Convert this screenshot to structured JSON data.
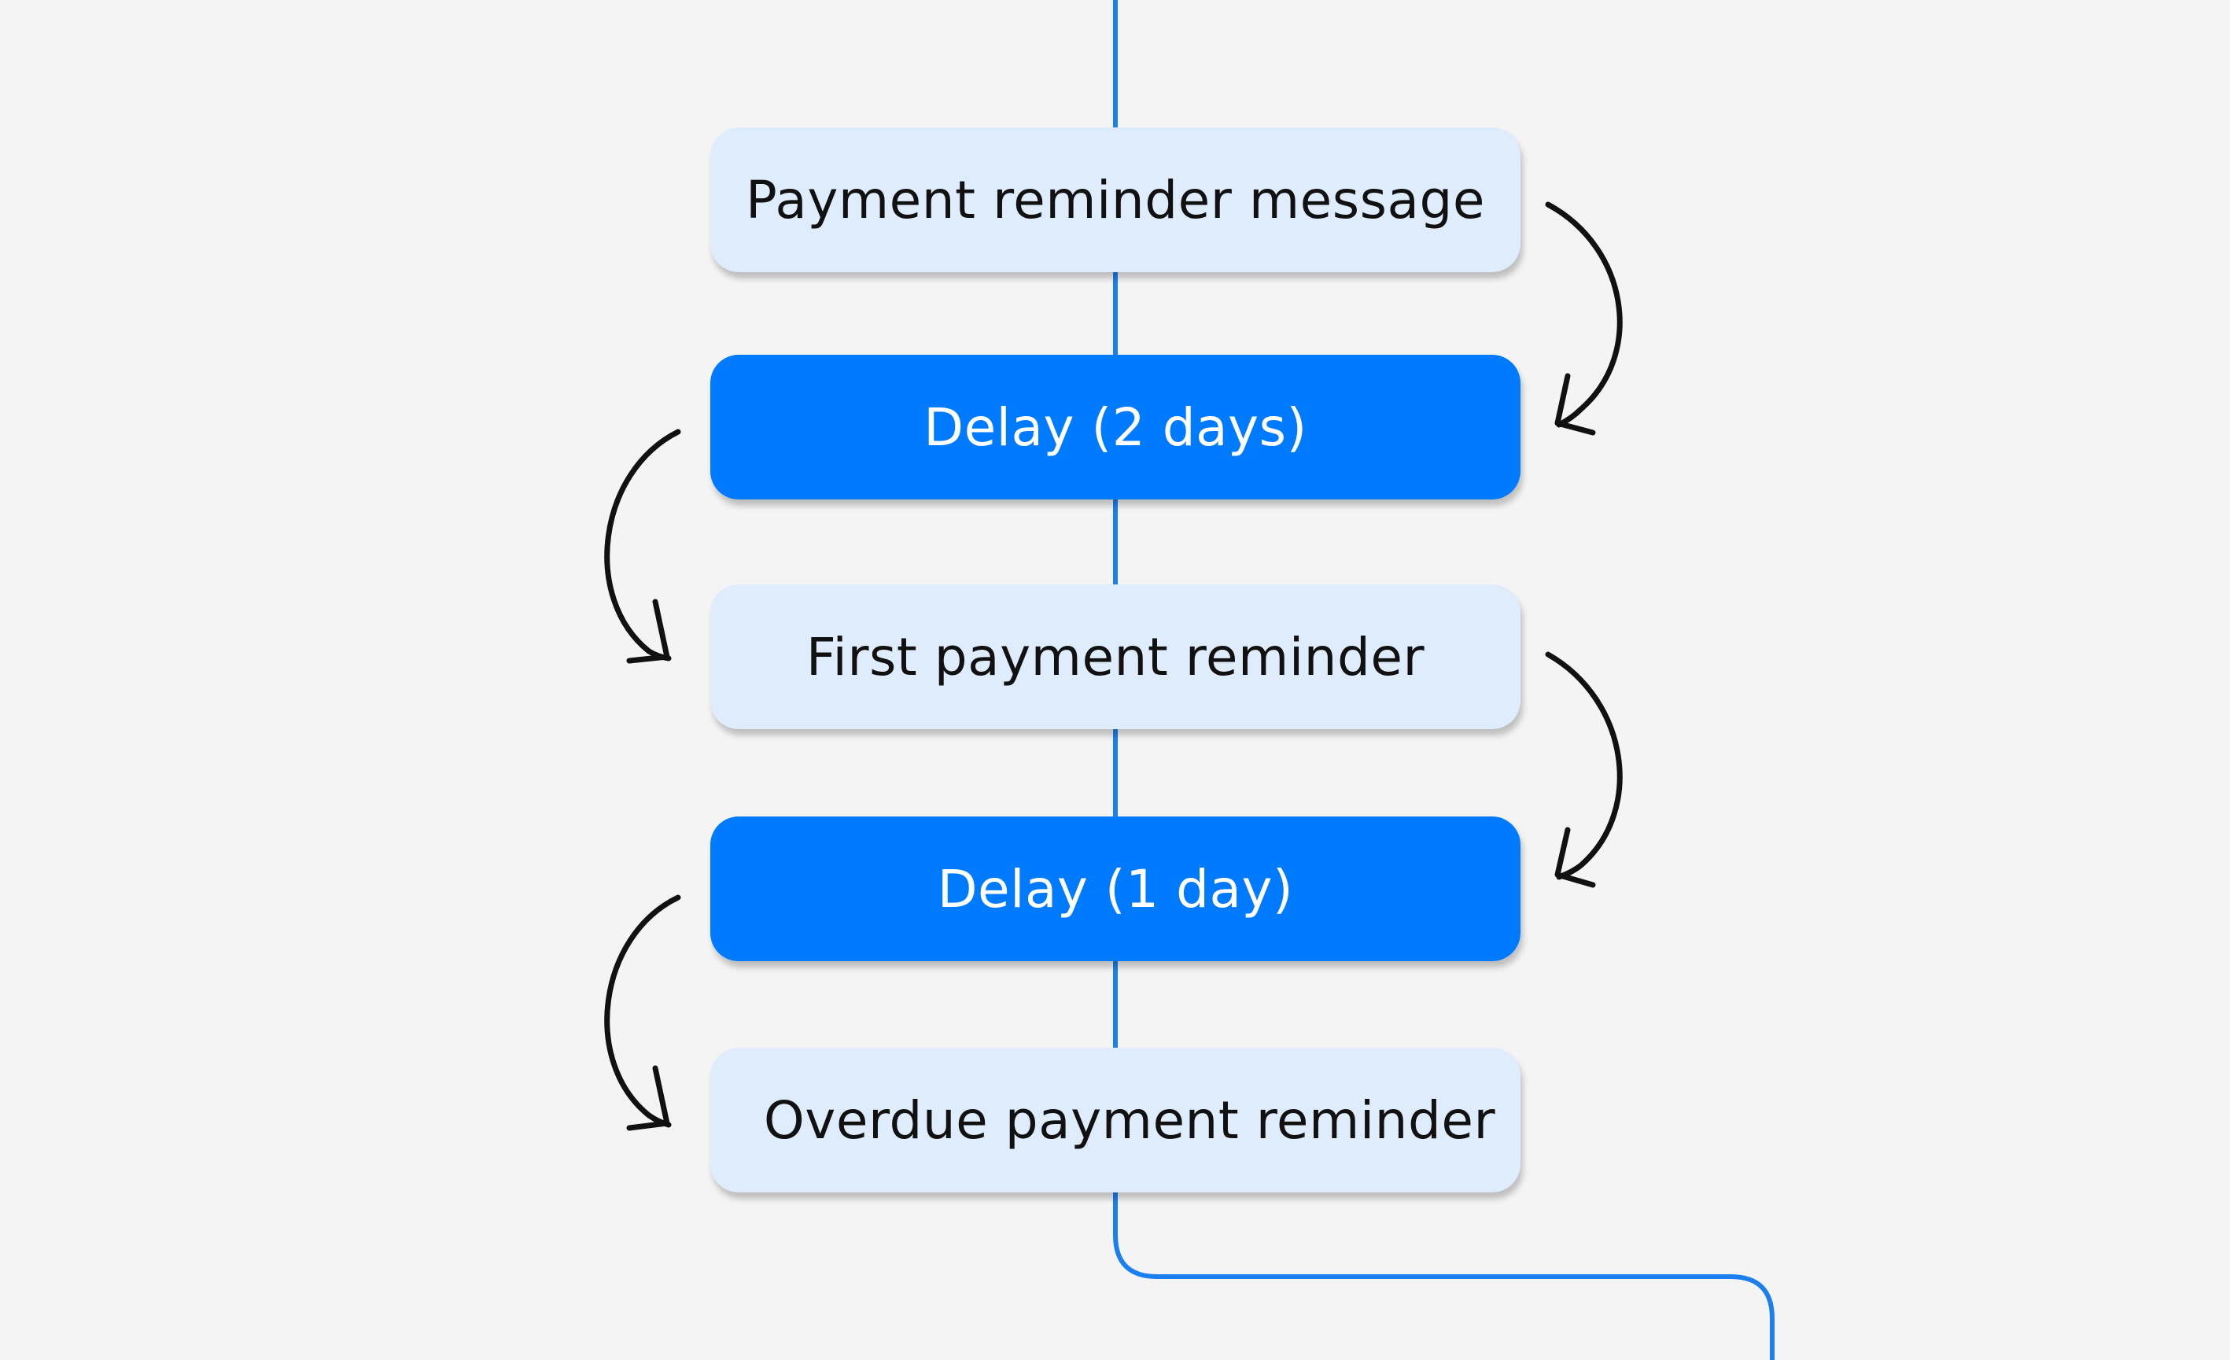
{
  "flow": {
    "steps": [
      {
        "label": "Payment reminder message",
        "kind": "message"
      },
      {
        "label": "Delay (2 days)",
        "kind": "delay"
      },
      {
        "label": "First payment reminder",
        "kind": "message"
      },
      {
        "label": "Delay (1 day)",
        "kind": "delay"
      },
      {
        "label": "Overdue payment reminder",
        "kind": "message"
      }
    ]
  },
  "colors": {
    "background": "#f4f4f4",
    "connector": "#1b7ff0",
    "message_fill": "#dfecfc",
    "delay_fill": "#007bff",
    "arrow": "#111111"
  }
}
